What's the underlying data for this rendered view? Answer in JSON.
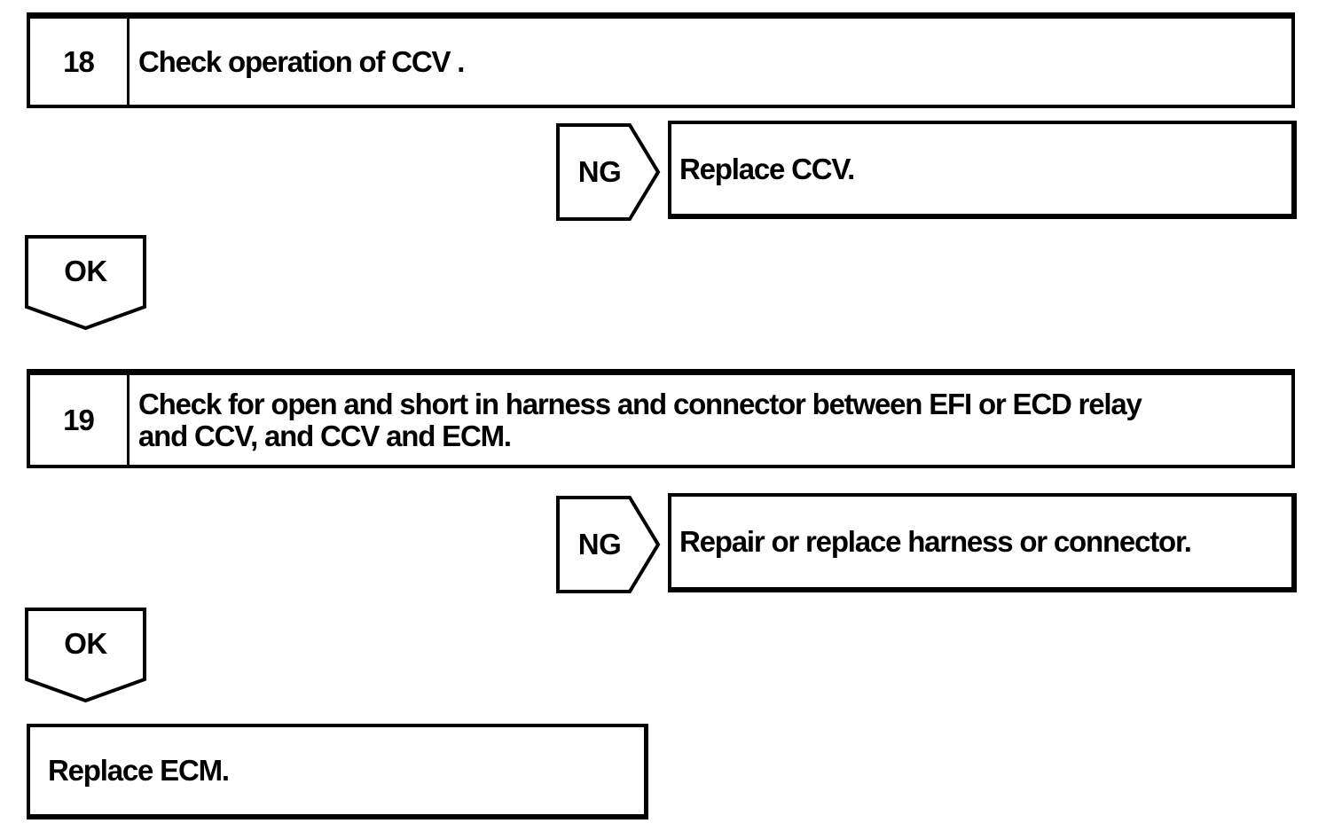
{
  "colors": {
    "ink": "#000000",
    "paper": "#ffffff"
  },
  "flowchart": {
    "steps": [
      {
        "number": "18",
        "instruction": "Check operation of CCV .",
        "ng": {
          "label": "NG",
          "action": "Replace CCV."
        },
        "ok": {
          "label": "OK"
        }
      },
      {
        "number": "19",
        "instruction": "Check for open and short in harness and connector between EFI or ECD relay\nand CCV, and CCV and ECM.",
        "ng": {
          "label": "NG",
          "action": "Repair or replace harness or connector."
        },
        "ok": {
          "label": "OK"
        }
      }
    ],
    "final_action": "Replace ECM."
  }
}
